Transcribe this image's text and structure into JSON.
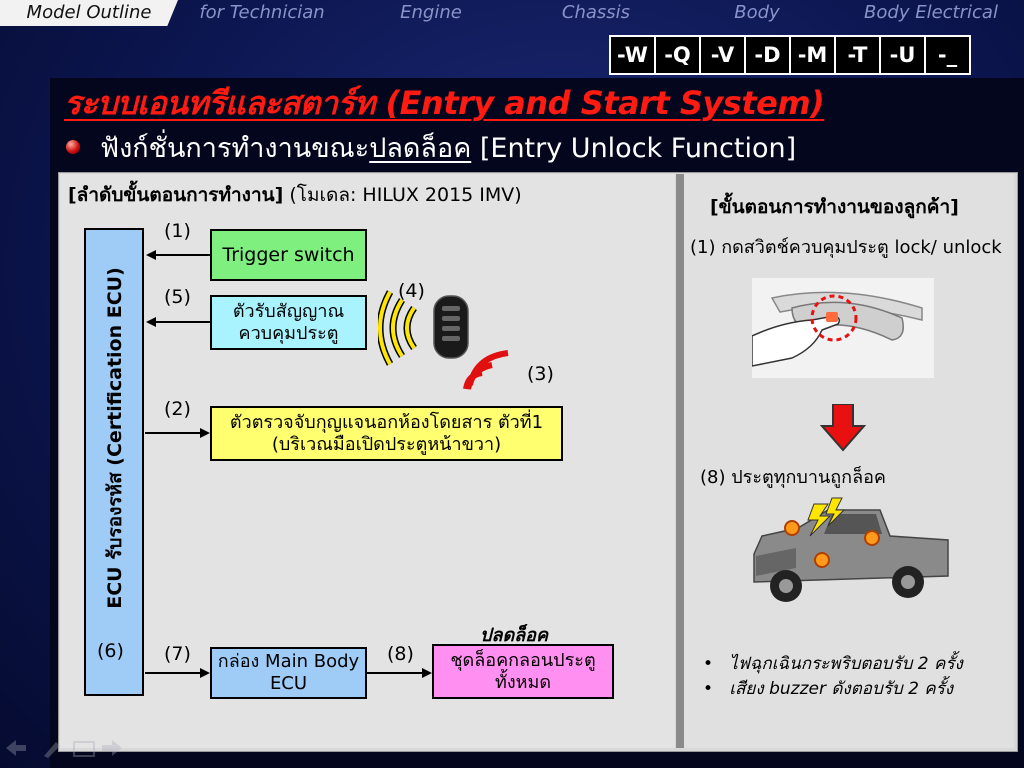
{
  "nav": {
    "tabs": [
      {
        "label": "Model Outline",
        "active": true
      },
      {
        "label": "for Technician",
        "active": false
      },
      {
        "label": "Engine",
        "active": false
      },
      {
        "label": "Chassis",
        "active": false
      },
      {
        "label": "Body",
        "active": false
      },
      {
        "label": "Body Electrical",
        "active": false
      }
    ],
    "codes": [
      "-W",
      "-Q",
      "-V",
      "-D",
      "-M",
      "-T",
      "-U",
      "-_"
    ]
  },
  "title": "ระบบเอนทรีและสตาร์ท (Entry and Start System)",
  "subtitle": {
    "prefix": "ฟังก์ชั่นการทำงานขณะ",
    "underlined": "ปลดล็อค",
    "suffix": " [Entry Unlock Function]"
  },
  "left_panel": {
    "header_bold": "[ลำดับขั้นตอนการทำงาน]",
    "header_rest": " (โมเดล: HILUX 2015 IMV)",
    "ecu_label": "ECU รับรองรหัส (Certification ECU)",
    "step_nums": [
      "(1)",
      "(5)",
      "(4)",
      "(3)",
      "(2)",
      "(6)",
      "(7)",
      "(8)"
    ],
    "trigger_switch": "Trigger switch",
    "door_receiver": [
      "ตัวรับสัญญาณ",
      "ควบคุมประตู"
    ],
    "outside_key_detector": [
      "ตัวตรวจจับกุญแจนอกห้องโดยสาร ตัวที่1",
      "(บริเวณมือเปิดประตูหน้าขวา)"
    ],
    "main_body_ecu": [
      "กล่อง Main Body",
      "ECU"
    ],
    "door_lock_motors": [
      "ชุดล็อคกลอนประตู",
      "ทั้งหมด"
    ],
    "unlock_label": "ปลดล็อค"
  },
  "right_panel": {
    "header": "[ขั้นตอนการทำงานของลูกค้า]",
    "step1": "(1) กดสวิตช์ควบคุมประตู lock/ unlock",
    "step8": "(8) ประตูทุกบานถูกล็อค",
    "bullets": [
      "ไฟฉุกเฉินกระพริบตอบรับ 2 ครั้ง",
      "เสียง buzzer ดังตอบรับ 2 ครั้ง"
    ]
  },
  "colors": {
    "title_red": "#ff1a12",
    "trigger_green": "#7ff07f",
    "receiver_cyan": "#a9f3ff",
    "detector_yellow": "#ffff70",
    "ecu_blue": "#9fcbf7",
    "lock_pink": "#ff8ff0"
  }
}
